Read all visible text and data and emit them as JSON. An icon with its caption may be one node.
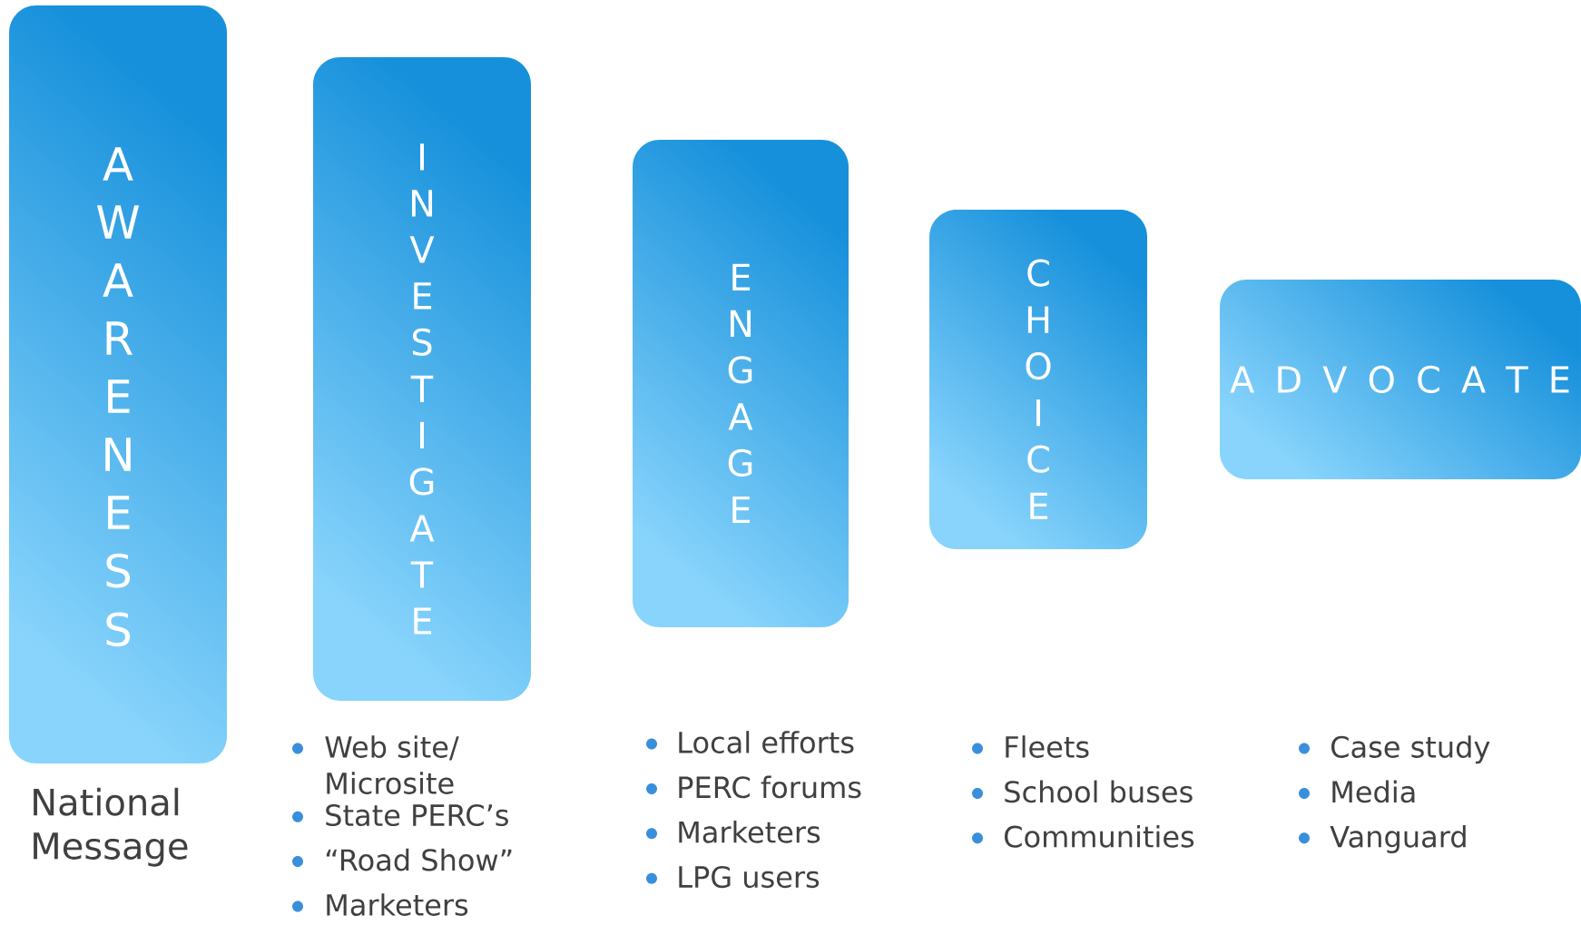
{
  "diagram": {
    "nodes": [
      {
        "text": [
          "AWARENESS"
        ],
        "beside": [
          "National Message"
        ]
      },
      {
        "text": [
          "INVESTIGATE"
        ],
        "beside": [
          "Web site/ Microsite",
          "State PERC’s",
          "“Road Show”",
          "Marketers"
        ]
      },
      {
        "text": [
          "ENGAGE"
        ],
        "beside": [
          "Local efforts",
          "PERC forums",
          "Marketers",
          "LPG users"
        ]
      },
      {
        "text": [
          "CHOICE"
        ],
        "beside": [
          "Fleets",
          "School buses",
          "Communities"
        ]
      },
      {
        "text": [
          "A D V O C A T E"
        ],
        "beside": [
          "Case study",
          "Media",
          "Vanguard"
        ]
      }
    ]
  }
}
